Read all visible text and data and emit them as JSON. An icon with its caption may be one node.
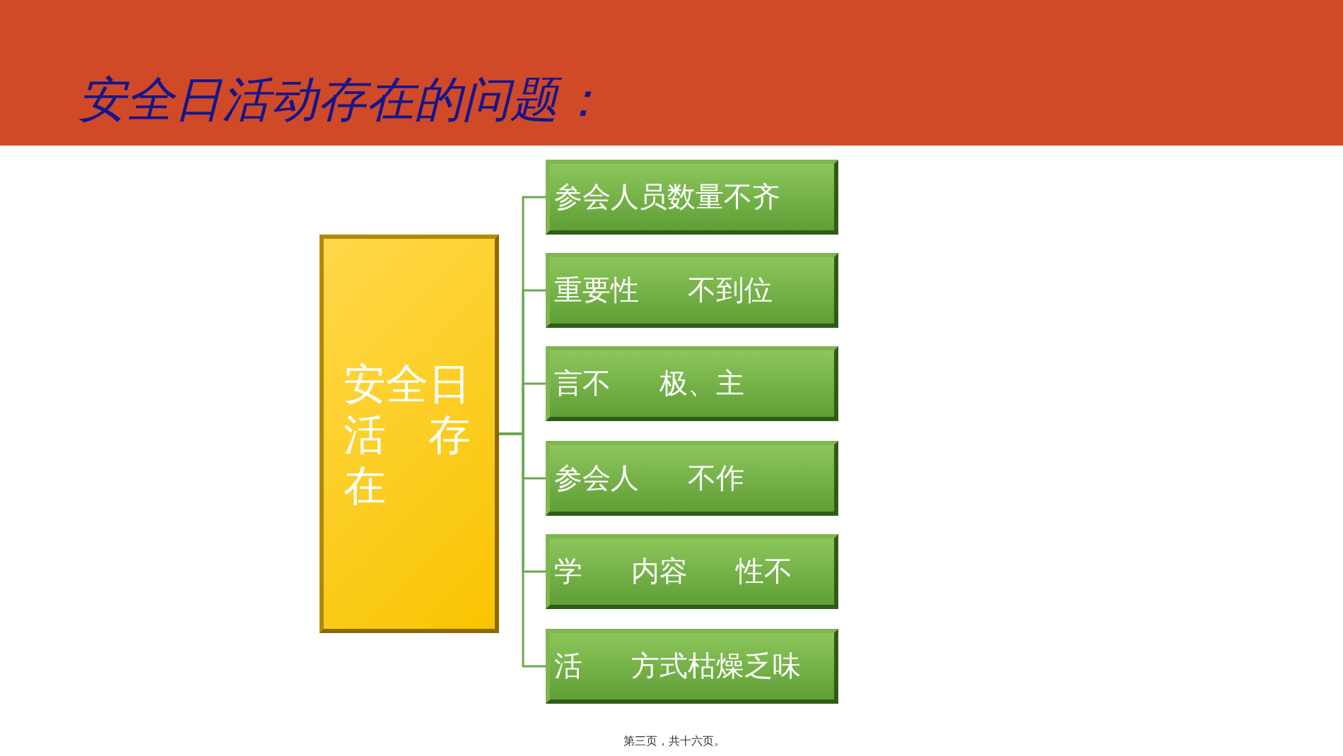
{
  "diagram": {
    "title": "安全日活动存在的问题：",
    "nodes": [
      {
        "text": [
          "安全日活　存在"
        ]
      },
      {
        "text": [
          "参会人员数量不齐"
        ]
      },
      {
        "text": [
          "重要性 不到位"
        ]
      },
      {
        "text": [
          "言不 极、主"
        ]
      },
      {
        "text": [
          "参会人 不作"
        ]
      },
      {
        "text": [
          "学 内容 性不"
        ]
      },
      {
        "text": [
          "活 方式枯燥乏味"
        ]
      }
    ],
    "edges": [
      {
        "from": 0,
        "to": 1,
        "arrow": "none"
      },
      {
        "from": 0,
        "to": 2,
        "arrow": "none"
      },
      {
        "from": 0,
        "to": 3,
        "arrow": "none"
      },
      {
        "from": 0,
        "to": 4,
        "arrow": "none"
      },
      {
        "from": 0,
        "to": 5,
        "arrow": "none"
      },
      {
        "from": 0,
        "to": 6,
        "arrow": "none"
      }
    ],
    "labels": [
      "第三页，共十六页。"
    ]
  }
}
